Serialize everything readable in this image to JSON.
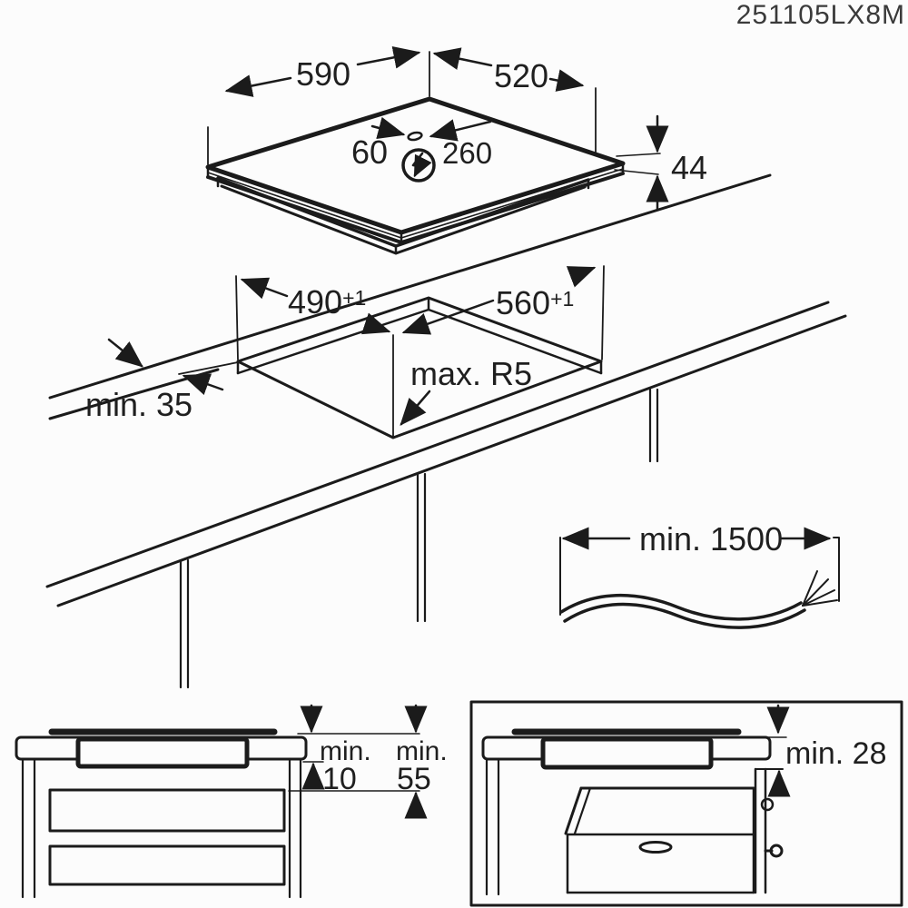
{
  "title": "251105LX8M",
  "colors": {
    "ink": "#1b1b1b",
    "title_ink": "#3a3a3a",
    "background": "#fcfcfc"
  },
  "hob_top_view": {
    "width_label": "590",
    "depth_label": "520",
    "cable_hole_left_offset_label": "60",
    "cable_hole_right_offset_label": "260",
    "thickness_label": "44",
    "power_symbol": "lightning-in-circle-icon"
  },
  "cutout_view": {
    "cutout_depth": {
      "value": "490",
      "tolerance": "+1"
    },
    "cutout_width": {
      "value": "560",
      "tolerance": "+1"
    },
    "corner_radius_label": "max. R5",
    "front_edge_clearance_label": "min. 35"
  },
  "cable_view": {
    "length_label": "min. 1500"
  },
  "drawer_install_view": {
    "hob_clearance": {
      "prefix": "min.",
      "value": "10"
    },
    "drawer_clearance": {
      "prefix": "min.",
      "value": "55"
    }
  },
  "oven_install_view": {
    "clearance_label": "min. 28"
  }
}
